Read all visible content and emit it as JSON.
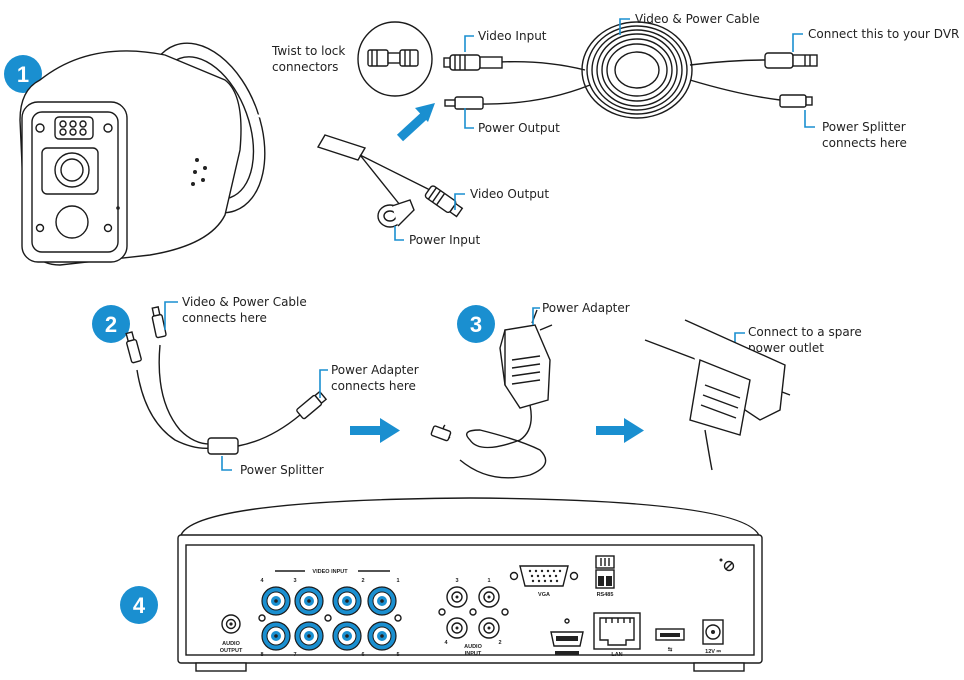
{
  "accent_color": "#1a8fd0",
  "steps": [
    "1",
    "2",
    "3",
    "4"
  ],
  "step1": {
    "twist_label": [
      "Twist to lock",
      "connectors"
    ],
    "video_input": "Video Input",
    "power_output": "Power Output",
    "cable": "Video & Power Cable",
    "connect_dvr": "Connect this to your DVR",
    "splitter": [
      "Power Splitter",
      "connects here"
    ],
    "video_output": "Video Output",
    "power_input": "Power Input"
  },
  "step2": {
    "cable": [
      "Video & Power Cable",
      "connects here"
    ],
    "adapter": [
      "Power Adapter",
      "connects here"
    ],
    "splitter": "Power Splitter"
  },
  "step3": {
    "adapter": "Power Adapter",
    "outlet": [
      "Connect to a spare",
      "power outlet"
    ]
  },
  "dvr": {
    "video_input": "VIDEO INPUT",
    "port_numbers_top": [
      "4",
      "3",
      "2",
      "1"
    ],
    "port_numbers_bottom": [
      "8",
      "7",
      "6",
      "5"
    ],
    "audio_output": [
      "AUDIO",
      "OUTPUT"
    ],
    "audio_input": [
      "AUDIO",
      "INPUT"
    ],
    "audio_numbers": [
      "3",
      "1",
      "4",
      "2"
    ],
    "vga": "VGA",
    "rs485": "RS485",
    "lan": "LAN",
    "power": "12V ⎓"
  }
}
